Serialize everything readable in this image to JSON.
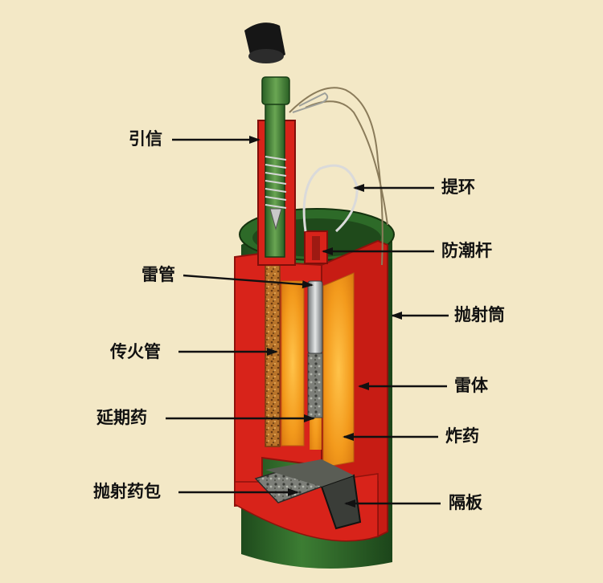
{
  "labels": {
    "fuze": "引信",
    "detonator": "雷管",
    "flash_tube": "传火管",
    "delay_charge": "延期药",
    "propellant_bag": "抛射药包",
    "pull_ring": "提环",
    "moisture_rod": "防潮杆",
    "launch_tube": "抛射筒",
    "mine_body": "雷体",
    "explosive": "炸药",
    "partition": "隔板"
  },
  "colors": {
    "background": "#f3e8c6",
    "casing_red": "#d8231a",
    "casing_green": "#2f6b2b",
    "explosive_orange": "#f29a1a",
    "arrow": "#111111"
  }
}
